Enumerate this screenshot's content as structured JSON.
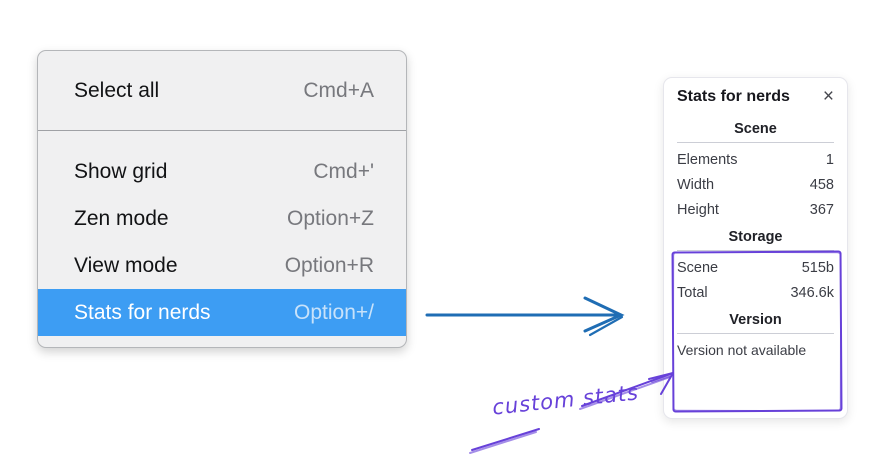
{
  "menu": {
    "sections": [
      {
        "items": [
          {
            "label": "Select all",
            "shortcut": "Cmd+A",
            "selected": false
          }
        ]
      },
      {
        "items": [
          {
            "label": "Show grid",
            "shortcut": "Cmd+'",
            "selected": false
          },
          {
            "label": "Zen mode",
            "shortcut": "Option+Z",
            "selected": false
          },
          {
            "label": "View mode",
            "shortcut": "Option+R",
            "selected": false
          },
          {
            "label": "Stats for nerds",
            "shortcut": "Option+/",
            "selected": true
          }
        ]
      }
    ]
  },
  "stats_panel": {
    "title": "Stats for nerds",
    "close_icon": "×",
    "sections": [
      {
        "heading": "Scene",
        "rows": [
          {
            "label": "Elements",
            "value": "1"
          },
          {
            "label": "Width",
            "value": "458"
          },
          {
            "label": "Height",
            "value": "367"
          }
        ]
      },
      {
        "heading": "Storage",
        "rows": [
          {
            "label": "Scene",
            "value": "515b"
          },
          {
            "label": "Total",
            "value": "346.6k"
          }
        ]
      },
      {
        "heading": "Version",
        "note": "Version not available"
      }
    ]
  },
  "annotation": {
    "label": "custom stats"
  },
  "colors": {
    "highlight": "#3d9df3",
    "arrow_blue": "#1f6db4",
    "annotation_purple": "#6741d9"
  }
}
